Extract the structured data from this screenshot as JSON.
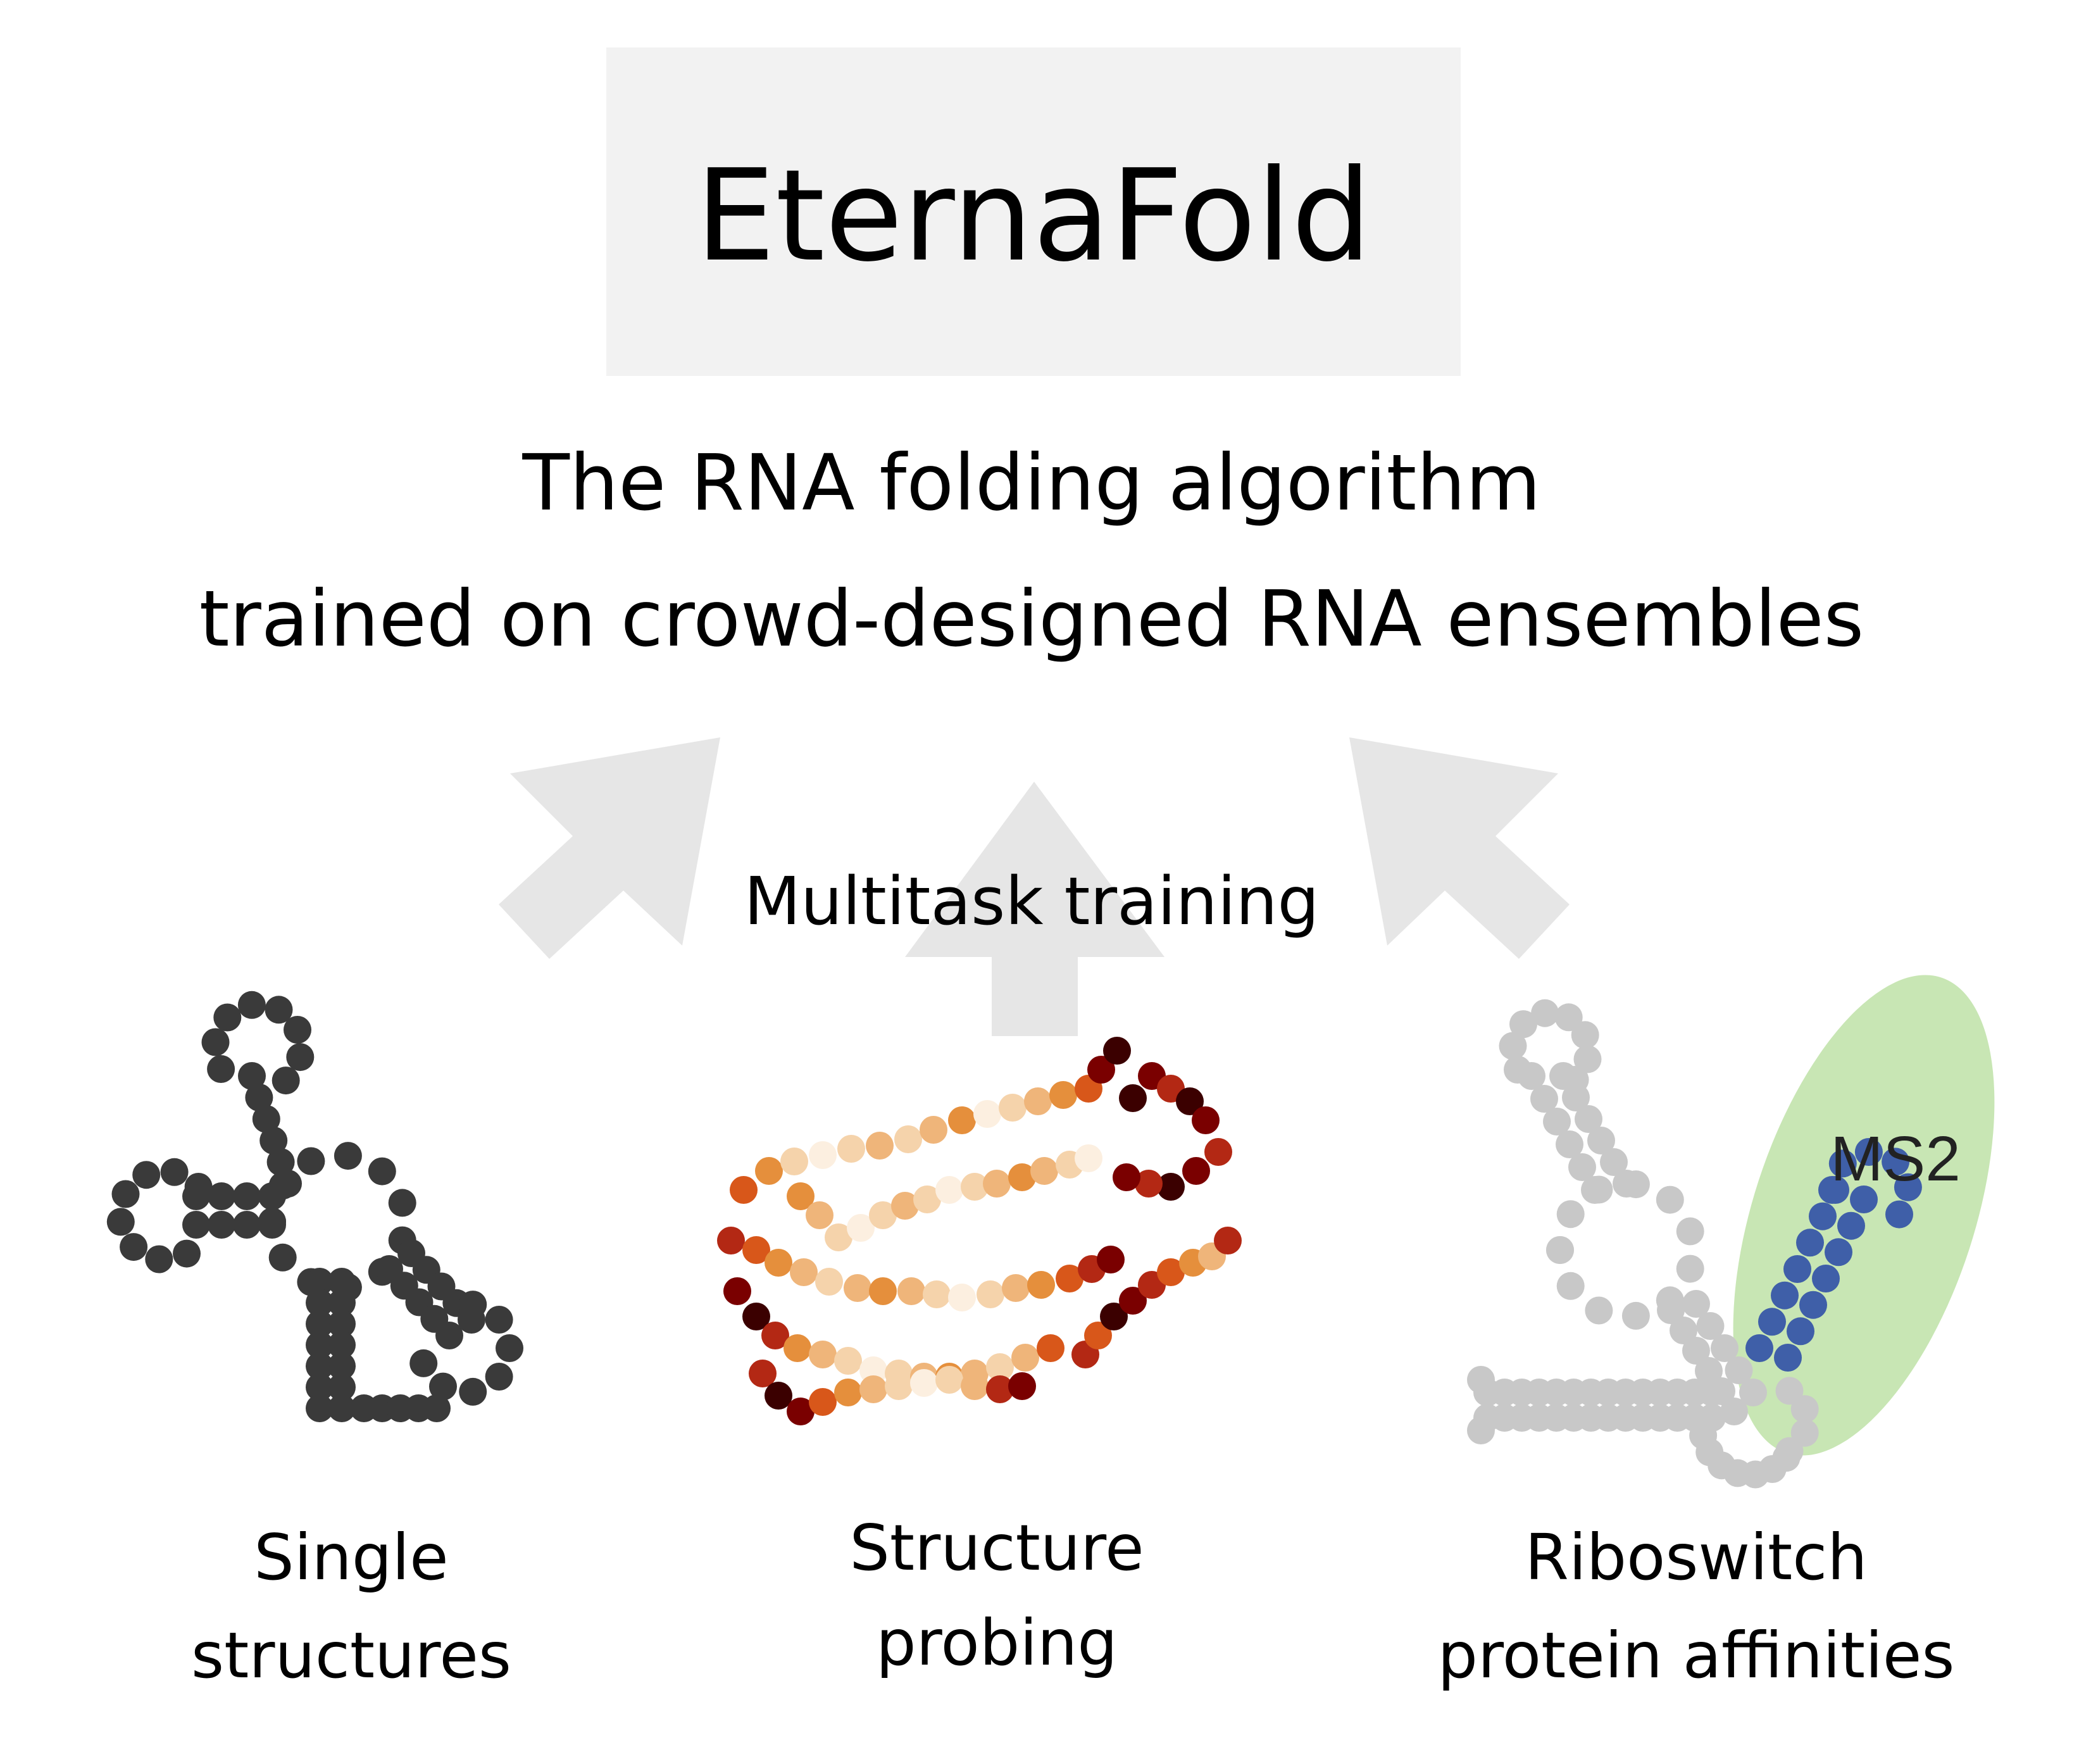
{
  "title": "EternaFold",
  "subtitle": {
    "line1": "The RNA folding algorithm",
    "line2": "trained on crowd-designed RNA ensembles"
  },
  "training_label": "Multitask training",
  "panels": [
    {
      "line1": "Single",
      "line2": "structures"
    },
    {
      "line1": "Structure",
      "line2": "probing"
    },
    {
      "line1": "Riboswitch",
      "line2": "protein affinities",
      "tag": "MS2"
    }
  ],
  "colors": {
    "title_box": "#f2f2f2",
    "arrow": "#e6e6e6",
    "single_structure_nucleotide": "#3a3a3a",
    "riboswitch_nucleotide": "#c8c8c8",
    "ms2_binding_nucleotide": "#3f5fa8",
    "ms2_region": "#c8e6b4",
    "probing_scale": [
      "#3b0000",
      "#7a0000",
      "#b32814",
      "#d8571a",
      "#e58f3c",
      "#efb57a",
      "#f5d3ab",
      "#fcefe0"
    ]
  },
  "icons": [
    "up-arrow-icon",
    "rna-secondary-structure-icon"
  ]
}
